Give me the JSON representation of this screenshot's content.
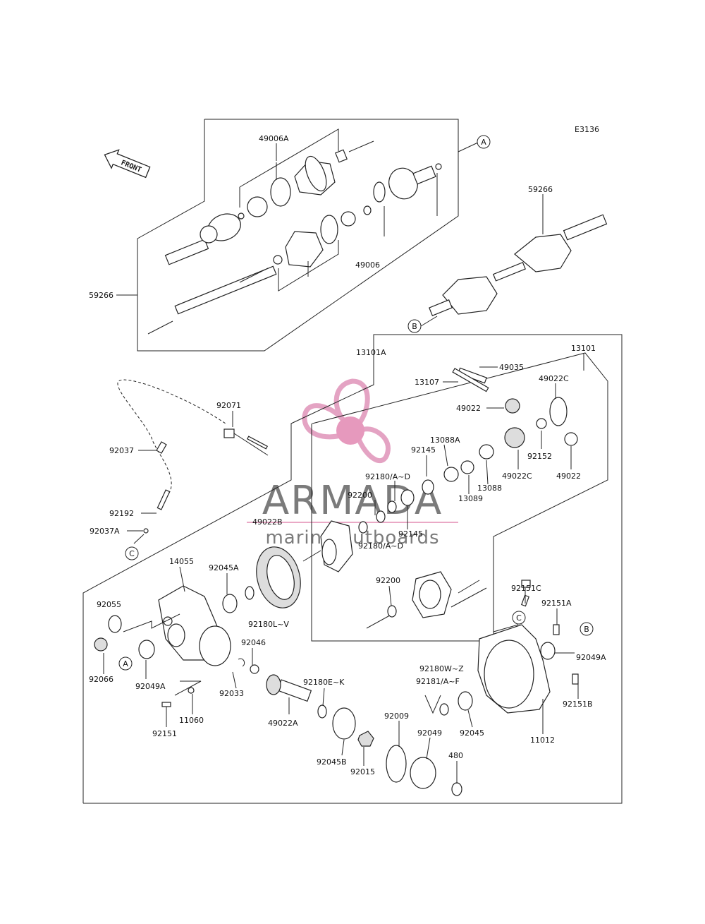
{
  "diagram_code": "E3136",
  "front_label": "FRONT",
  "watermark": {
    "brand": "ARMADA",
    "tagline": "marine outboards",
    "brand_color": "#e8a0c0"
  },
  "callouts": [
    "A",
    "B",
    "C"
  ],
  "labels": {
    "l_49006A": "49006A",
    "l_59266_left": "59266",
    "l_49006": "49006",
    "l_59266_right": "59266",
    "l_13101A": "13101A",
    "l_13101": "13101",
    "l_49035": "49035",
    "l_13107": "13107",
    "l_49022C_top": "49022C",
    "l_49022_left": "49022",
    "l_92071": "92071",
    "l_92152": "92152",
    "l_13088A": "13088A",
    "l_92145_top": "92145",
    "l_49022C_mid": "49022C",
    "l_49022_right": "49022",
    "l_92037": "92037",
    "l_92180AD_top": "92180/A~D",
    "l_13088": "13088",
    "l_92200_top": "92200",
    "l_13089": "13089",
    "l_92192": "92192",
    "l_49022B": "49022B",
    "l_92145_bot": "92145",
    "l_92037A": "92037A",
    "l_92180AD_bot": "92180/A~D",
    "l_14055": "14055",
    "l_92045A": "92045A",
    "l_92200_mid": "92200",
    "l_92151C": "92151C",
    "l_92055": "92055",
    "l_92180LV": "92180L~V",
    "l_92151A": "92151A",
    "l_92046": "92046",
    "l_92049A_right": "92049A",
    "l_92066": "92066",
    "l_92049A_left": "92049A",
    "l_92033": "92033",
    "l_92180WZ": "92180W~Z",
    "l_92180EK": "92180E~K",
    "l_92181AF": "92181/A~F",
    "l_92151B": "92151B",
    "l_11060": "11060",
    "l_49022A": "49022A",
    "l_92009": "92009",
    "l_92049": "92049",
    "l_92045": "92045",
    "l_11012": "11012",
    "l_92151": "92151",
    "l_92045B": "92045B",
    "l_480": "480",
    "l_92015": "92015"
  }
}
